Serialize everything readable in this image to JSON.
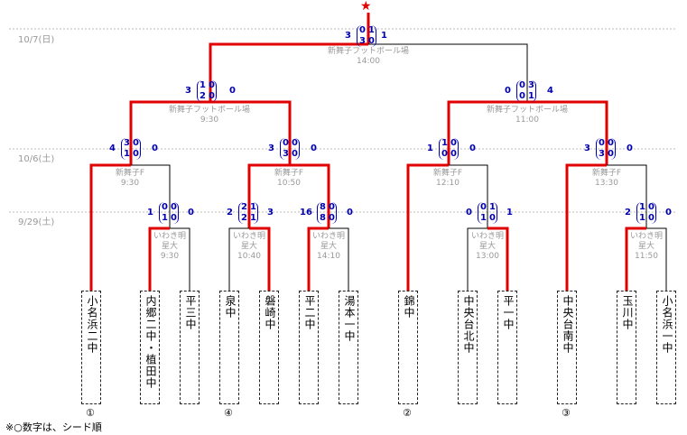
{
  "dates": [
    {
      "id": "d1",
      "text": "10/7(日)"
    },
    {
      "id": "d2",
      "text": "10/6(土)"
    },
    {
      "id": "d3",
      "text": "9/29(土)"
    }
  ],
  "teams": [
    {
      "id": "t1",
      "name": "小名浜二中"
    },
    {
      "id": "t2",
      "name": "内郷二中・植田中"
    },
    {
      "id": "t3",
      "name": "平三中"
    },
    {
      "id": "t4",
      "name": "泉中"
    },
    {
      "id": "t5",
      "name": "磐崎中"
    },
    {
      "id": "t6",
      "name": "平二中"
    },
    {
      "id": "t7",
      "name": "湯本一中"
    },
    {
      "id": "t8",
      "name": "錦中"
    },
    {
      "id": "t9",
      "name": "中央台北中"
    },
    {
      "id": "t10",
      "name": "平一中"
    },
    {
      "id": "t11",
      "name": "中央台南中"
    },
    {
      "id": "t12",
      "name": "玉川中"
    },
    {
      "id": "t13",
      "name": "小名浜一中"
    }
  ],
  "seeds": [
    {
      "id": "s1",
      "label": "①"
    },
    {
      "id": "s4",
      "label": "④"
    },
    {
      "id": "s2",
      "label": "②"
    },
    {
      "id": "s3",
      "label": "③"
    }
  ],
  "venues": [
    {
      "id": "v-final",
      "name": "新舞子フットボール場",
      "time": "14:00"
    },
    {
      "id": "v-sfL",
      "name": "新舞子フットボール場",
      "time": "9:30"
    },
    {
      "id": "v-sfR",
      "name": "新舞子フットボール場",
      "time": "11:00"
    },
    {
      "id": "v-q1",
      "name": "新舞子F",
      "time": "9:30"
    },
    {
      "id": "v-q2",
      "name": "新舞子F",
      "time": "10:50"
    },
    {
      "id": "v-q3",
      "name": "新舞子F",
      "time": "12:10"
    },
    {
      "id": "v-q4",
      "name": "新舞子F",
      "time": "13:30"
    },
    {
      "id": "v-r1",
      "name": "いわき明星大",
      "time": "9:30"
    },
    {
      "id": "v-r2",
      "name": "いわき明星大",
      "time": "10:40"
    },
    {
      "id": "v-r3",
      "name": "いわき明星大",
      "time": "14:10"
    },
    {
      "id": "v-r4",
      "name": "いわき明星大",
      "time": "13:00"
    },
    {
      "id": "v-r5",
      "name": "いわき明星大",
      "time": "11:50"
    }
  ],
  "scores": [
    {
      "id": "m-final",
      "left": "3",
      "h1": [
        "0",
        "1"
      ],
      "h2": [
        "3",
        "0"
      ],
      "right": "1"
    },
    {
      "id": "m-sfL",
      "left": "3",
      "h1": [
        "1",
        "0"
      ],
      "h2": [
        "2",
        "0"
      ],
      "right": "0"
    },
    {
      "id": "m-sfR",
      "left": "0",
      "h1": [
        "0",
        "3"
      ],
      "h2": [
        "0",
        "1"
      ],
      "right": "4"
    },
    {
      "id": "m-q1",
      "left": "4",
      "h1": [
        "3",
        "0"
      ],
      "h2": [
        "1",
        "0"
      ],
      "right": "0"
    },
    {
      "id": "m-q2",
      "left": "3",
      "h1": [
        "0",
        "0"
      ],
      "h2": [
        "3",
        "0"
      ],
      "right": "0"
    },
    {
      "id": "m-q3",
      "left": "1",
      "h1": [
        "1",
        "0"
      ],
      "h2": [
        "0",
        "0"
      ],
      "right": "0"
    },
    {
      "id": "m-q4",
      "left": "3",
      "h1": [
        "0",
        "0"
      ],
      "h2": [
        "3",
        "0"
      ],
      "right": "0"
    },
    {
      "id": "m-r1",
      "left": "1",
      "h1": [
        "0",
        "0"
      ],
      "h2": [
        "1",
        "0"
      ],
      "right": "0"
    },
    {
      "id": "m-r2",
      "left": "2",
      "h1": [
        "2",
        "1"
      ],
      "h2": [
        "2",
        "1"
      ],
      "right": "3"
    },
    {
      "id": "m-r3",
      "left": "16",
      "h1": [
        "8",
        "0"
      ],
      "h2": [
        "8",
        "0"
      ],
      "right": "0"
    },
    {
      "id": "m-r4",
      "left": "0",
      "h1": [
        "0",
        "1"
      ],
      "h2": [
        "1",
        "0"
      ],
      "right": "1"
    },
    {
      "id": "m-r5",
      "left": "2",
      "h1": [
        "1",
        "0"
      ],
      "h2": [
        "1",
        "0"
      ],
      "right": "0"
    }
  ],
  "colors": {
    "winner_line": "#e00000",
    "loser_line": "#000000",
    "score": "#0000b0",
    "date_line": "#bbbbbb",
    "star": "#e00000"
  },
  "note": "※○数字は、シード順",
  "star": "★"
}
